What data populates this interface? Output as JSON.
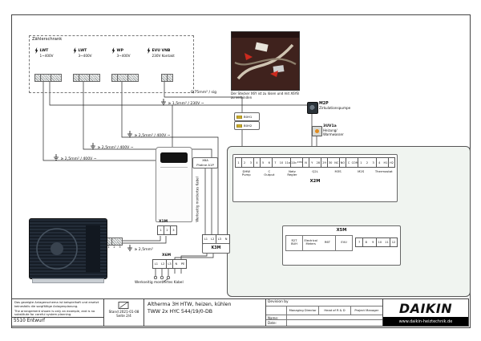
{
  "meter_cabinet": {
    "label": "Zählerschrank",
    "groups": [
      {
        "name": "LWT",
        "rating": "1~400V"
      },
      {
        "name": "LWT",
        "rating": "3~400V"
      },
      {
        "name": "WP",
        "rating": "3~400V"
      },
      {
        "name": "EVU VNB",
        "rating": "230V Kontakt"
      }
    ]
  },
  "wire_labels": {
    "sig": "0,75mm² / sig",
    "v230": "≥ 1,5mm² / 230V ~",
    "v400": "≥ 2,5mm² / 400V ~",
    "mm25": "≥ 2,5mm²"
  },
  "photo": {
    "caption": "Der Stecker X6Y ist zu lösen und mit X6YB zu verbinden"
  },
  "fuses": [
    {
      "label": "B0H1"
    },
    {
      "label": "B0H2"
    }
  ],
  "pump": {
    "tag": "M2P",
    "name": "Zirkulationspumpe"
  },
  "valve": {
    "tag": "3UV1a",
    "name_line1": "Heizung/",
    "name_line2": "Warmwasser"
  },
  "indoor": {
    "board_label_line1": "X6A",
    "board_label_line2": "Platine A1P",
    "note_vertical": "Werkseitig montiertes Kabel"
  },
  "x1m": {
    "title": "X1M",
    "cells": [
      "1",
      "2",
      "3"
    ]
  },
  "x6m": {
    "title": "X6M",
    "cells": [
      "L1",
      "L2",
      "L3",
      "N",
      "PE"
    ]
  },
  "k3m": {
    "title": "K3M",
    "cells": [
      "L1",
      "L2",
      "L3",
      "N"
    ]
  },
  "outdoor_strip": {
    "cells": [
      "1",
      "2",
      "3"
    ]
  },
  "x2m": {
    "title": "X2M",
    "cells": [
      "1",
      "2",
      "3",
      "4",
      "5",
      "6",
      "7",
      "10",
      "11a",
      "11b",
      "230V",
      "N",
      "Y",
      "28",
      "29",
      "30",
      "NC",
      "NO",
      "C",
      "COM",
      "1",
      "2",
      "3",
      "4",
      "H1",
      "H2"
    ],
    "labels": [
      "DHW\nPump",
      "C\nOutput",
      "Netz\nRegler",
      "Q2L",
      "M3S",
      "M2S",
      "Thermostat"
    ]
  },
  "x5m": {
    "title": "X5M",
    "groups": [
      "R2T\nBUH",
      "Electrical\nMeters",
      "R6T",
      "EVU"
    ],
    "cells": [
      "7",
      "8",
      "9",
      "10",
      "11",
      "12"
    ]
  },
  "notes": {
    "factory_cable": "Werkseitig montiertes Kabel"
  },
  "titleblock": {
    "disclaimer_de": "Das gezeigte Anlagenschema ist beispielhaft und ersetzt keinesfalls die sorgfältige Anlagenplanung.",
    "disclaimer_en": "The arrangement shown is only an example, and is no substitute for careful system planning.",
    "doc_number": "5510 Entwurf",
    "stand": "Stand 2021-01-08",
    "page": "Seite 2/4",
    "title_line1": "Altherma 3H HTW, heizen, kühlen",
    "title_line2": "TWW 2x HYC 544/19/0-DB",
    "approval_header": "Devision by",
    "approval_cols": [
      "Managing Director",
      "Head of R & D",
      "Project Manager"
    ],
    "approval_rows": [
      "Name:",
      "Date:"
    ],
    "brand": "DAIKIN",
    "website": "www.daikin-heiztechnik.de"
  }
}
